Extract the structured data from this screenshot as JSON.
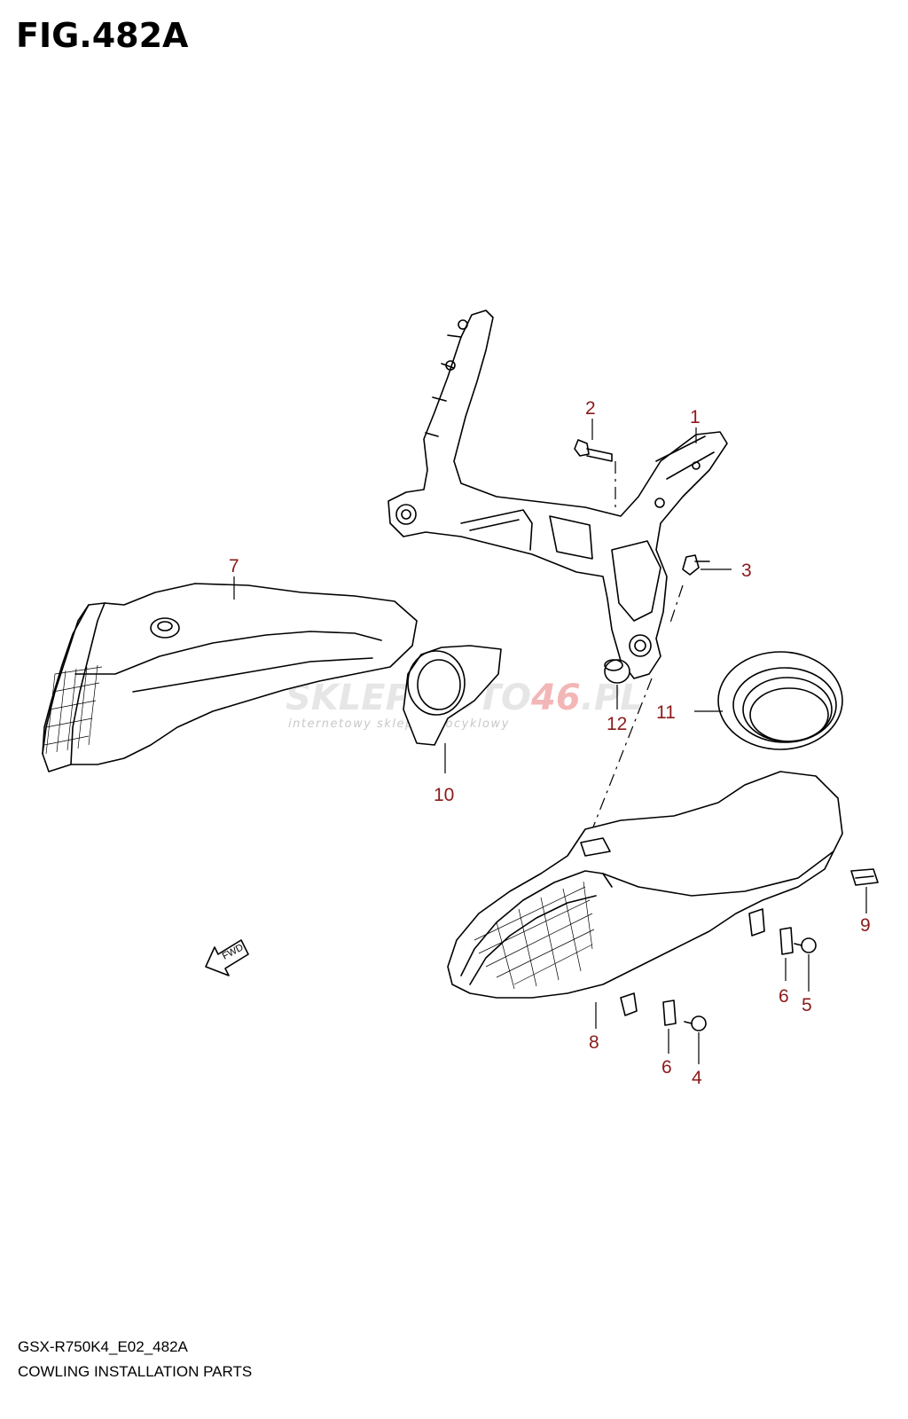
{
  "figure": {
    "title": "FIG.482A"
  },
  "watermark": {
    "brand_a": "SKLEPMOTO",
    "brand_b": "46",
    "brand_c": ".PL",
    "tagline": "internetowy sklep motocyklowy"
  },
  "fwd_arrow": {
    "label": "FWD"
  },
  "callouts": [
    {
      "id": "1",
      "label": "1"
    },
    {
      "id": "2",
      "label": "2"
    },
    {
      "id": "3",
      "label": "3"
    },
    {
      "id": "4",
      "label": "4"
    },
    {
      "id": "5",
      "label": "5"
    },
    {
      "id": "6a",
      "label": "6"
    },
    {
      "id": "6b",
      "label": "6"
    },
    {
      "id": "7",
      "label": "7"
    },
    {
      "id": "8",
      "label": "8"
    },
    {
      "id": "9",
      "label": "9"
    },
    {
      "id": "10",
      "label": "10"
    },
    {
      "id": "11",
      "label": "11"
    },
    {
      "id": "12",
      "label": "12"
    }
  ],
  "footer": {
    "model_code": "GSX-R750K4_E02_482A",
    "caption": "COWLING INSTALLATION PARTS"
  },
  "colors": {
    "callout": "#8b1a1a",
    "line": "#000000",
    "background": "#ffffff"
  }
}
